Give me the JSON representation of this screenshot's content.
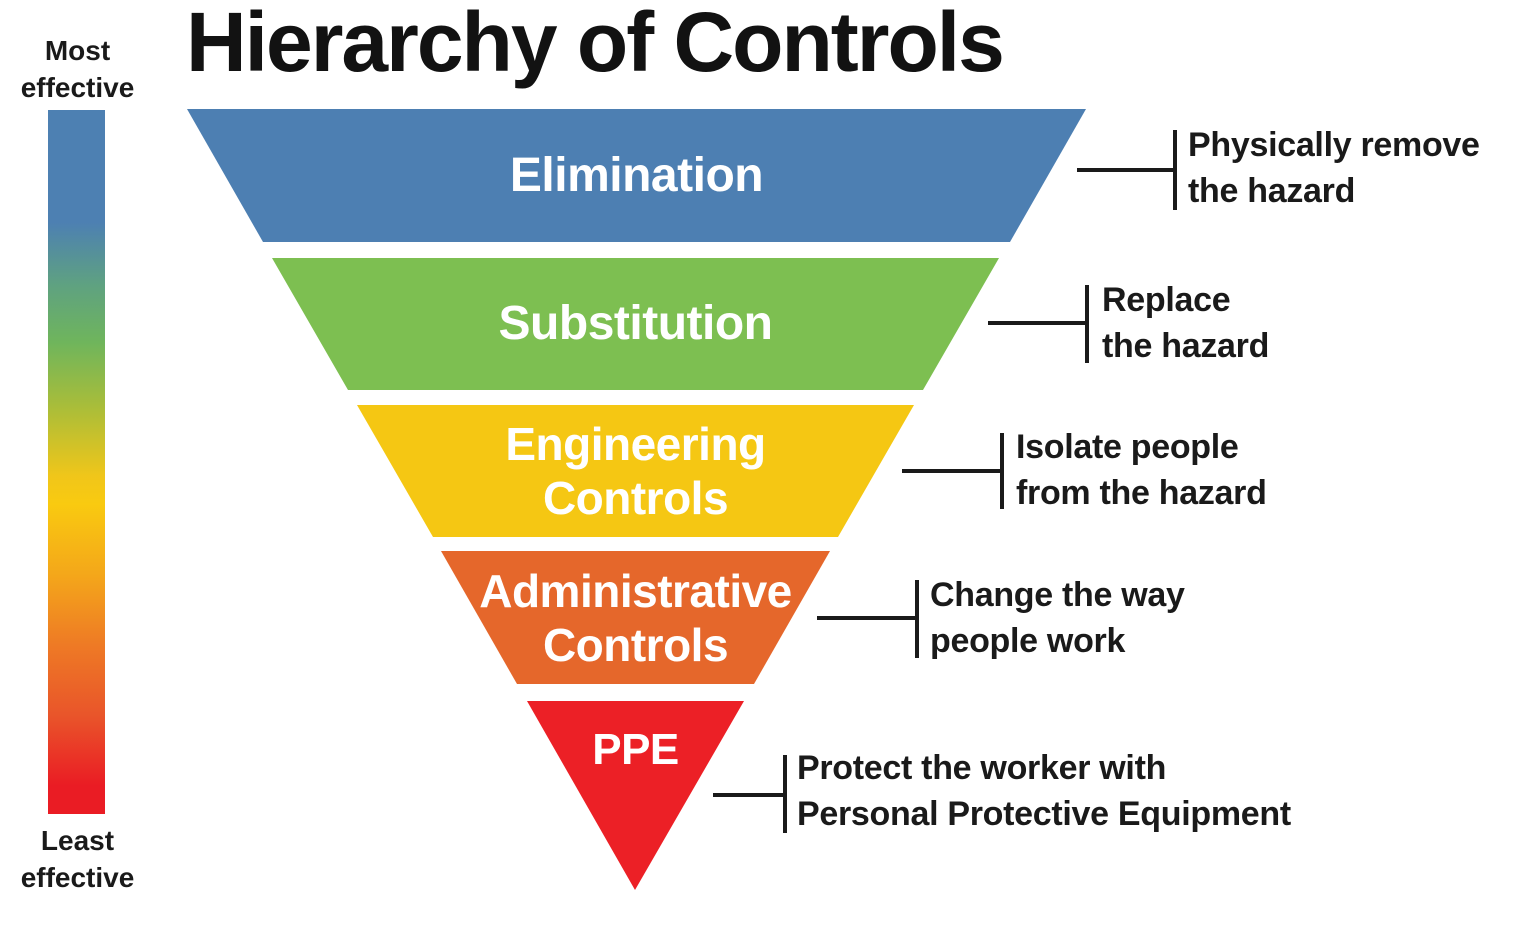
{
  "title": "Hierarchy of Controls",
  "scale": {
    "most_label_lines": [
      "Most",
      "effective"
    ],
    "least_label_lines": [
      "Least",
      "effective"
    ],
    "gradient_top_color": "#4d80b2",
    "gradient_bottom_color": "#ea1c24"
  },
  "levels": [
    {
      "name": "Elimination",
      "label_lines": [
        "Elimination"
      ],
      "color": "#4d7fb2",
      "description": "Physically remove the hazard",
      "desc_lines": [
        "Physically remove",
        "the hazard"
      ]
    },
    {
      "name": "Substitution",
      "label_lines": [
        "Substitution"
      ],
      "color": "#7dbf51",
      "description": "Replace the hazard",
      "desc_lines": [
        "Replace",
        "the hazard"
      ]
    },
    {
      "name": "Engineering Controls",
      "label_lines": [
        "Engineering",
        "Controls"
      ],
      "color": "#f5c713",
      "description": "Isolate people from the hazard",
      "desc_lines": [
        "Isolate people",
        "from the hazard"
      ]
    },
    {
      "name": "Administrative Controls",
      "label_lines": [
        "Administrative",
        "Controls"
      ],
      "color": "#e5672b",
      "description": "Change the way people work",
      "desc_lines": [
        "Change the way",
        "people work"
      ]
    },
    {
      "name": "PPE",
      "label_lines": [
        "PPE"
      ],
      "color": "#ec2026",
      "description": "Protect the worker with Personal Protective Equipment",
      "desc_lines": [
        "Protect the worker with",
        "Personal Protective Equipment"
      ]
    }
  ],
  "connector_color": "#1a1a1a",
  "text_color": "#1a1a1a",
  "label_text_color": "#ffffff"
}
